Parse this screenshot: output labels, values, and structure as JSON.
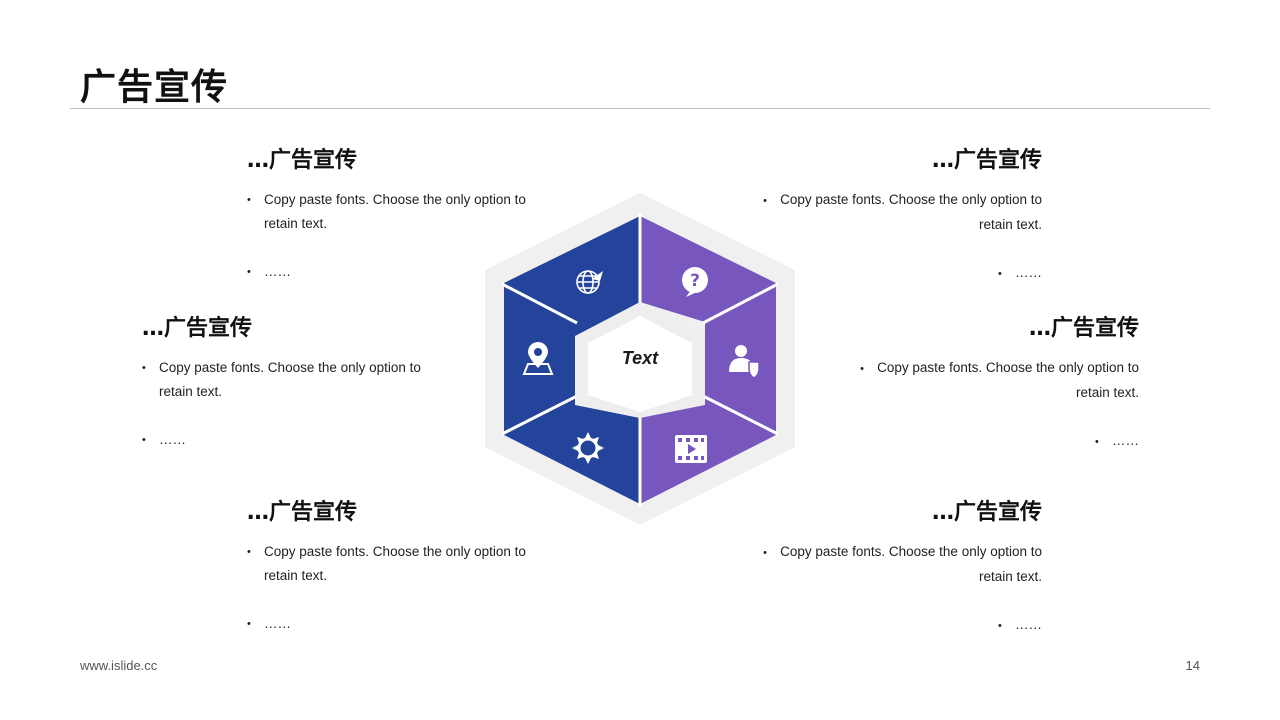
{
  "slide": {
    "title": "广告宣传"
  },
  "hub": {
    "center_label": "Text",
    "segments": [
      {
        "icon": "globe-plane-icon",
        "color": "#23449a"
      },
      {
        "icon": "question-bubble-icon",
        "color": "#7756be"
      },
      {
        "icon": "person-shield-icon",
        "color": "#7756be"
      },
      {
        "icon": "film-play-icon",
        "color": "#7756be"
      },
      {
        "icon": "sun-gear-icon",
        "color": "#23449a"
      },
      {
        "icon": "map-pin-icon",
        "color": "#23449a"
      }
    ]
  },
  "blocks": {
    "top_left": {
      "heading": "…广告宣传",
      "bullet1": "Copy paste fonts. Choose the only option to retain text.",
      "bullet2": "……"
    },
    "middle_left": {
      "heading": "…广告宣传",
      "bullet1": "Copy paste fonts. Choose the only option to retain text.",
      "bullet2": "……"
    },
    "bottom_left": {
      "heading": "…广告宣传",
      "bullet1": "Copy paste fonts. Choose the only option to retain text.",
      "bullet2": "……"
    },
    "top_right": {
      "heading": "…广告宣传",
      "bullet1": "Copy paste fonts. Choose the only option to retain text.",
      "bullet2": "……"
    },
    "middle_right": {
      "heading": "…广告宣传",
      "bullet1": "Copy paste fonts. Choose the only option to retain text.",
      "bullet2": "……"
    },
    "bottom_right": {
      "heading": "…广告宣传",
      "bullet1": "Copy paste fonts. Choose the only option to retain text.",
      "bullet2": "……"
    }
  },
  "footer": {
    "website": "www.islide.cc",
    "page_number": "14"
  }
}
